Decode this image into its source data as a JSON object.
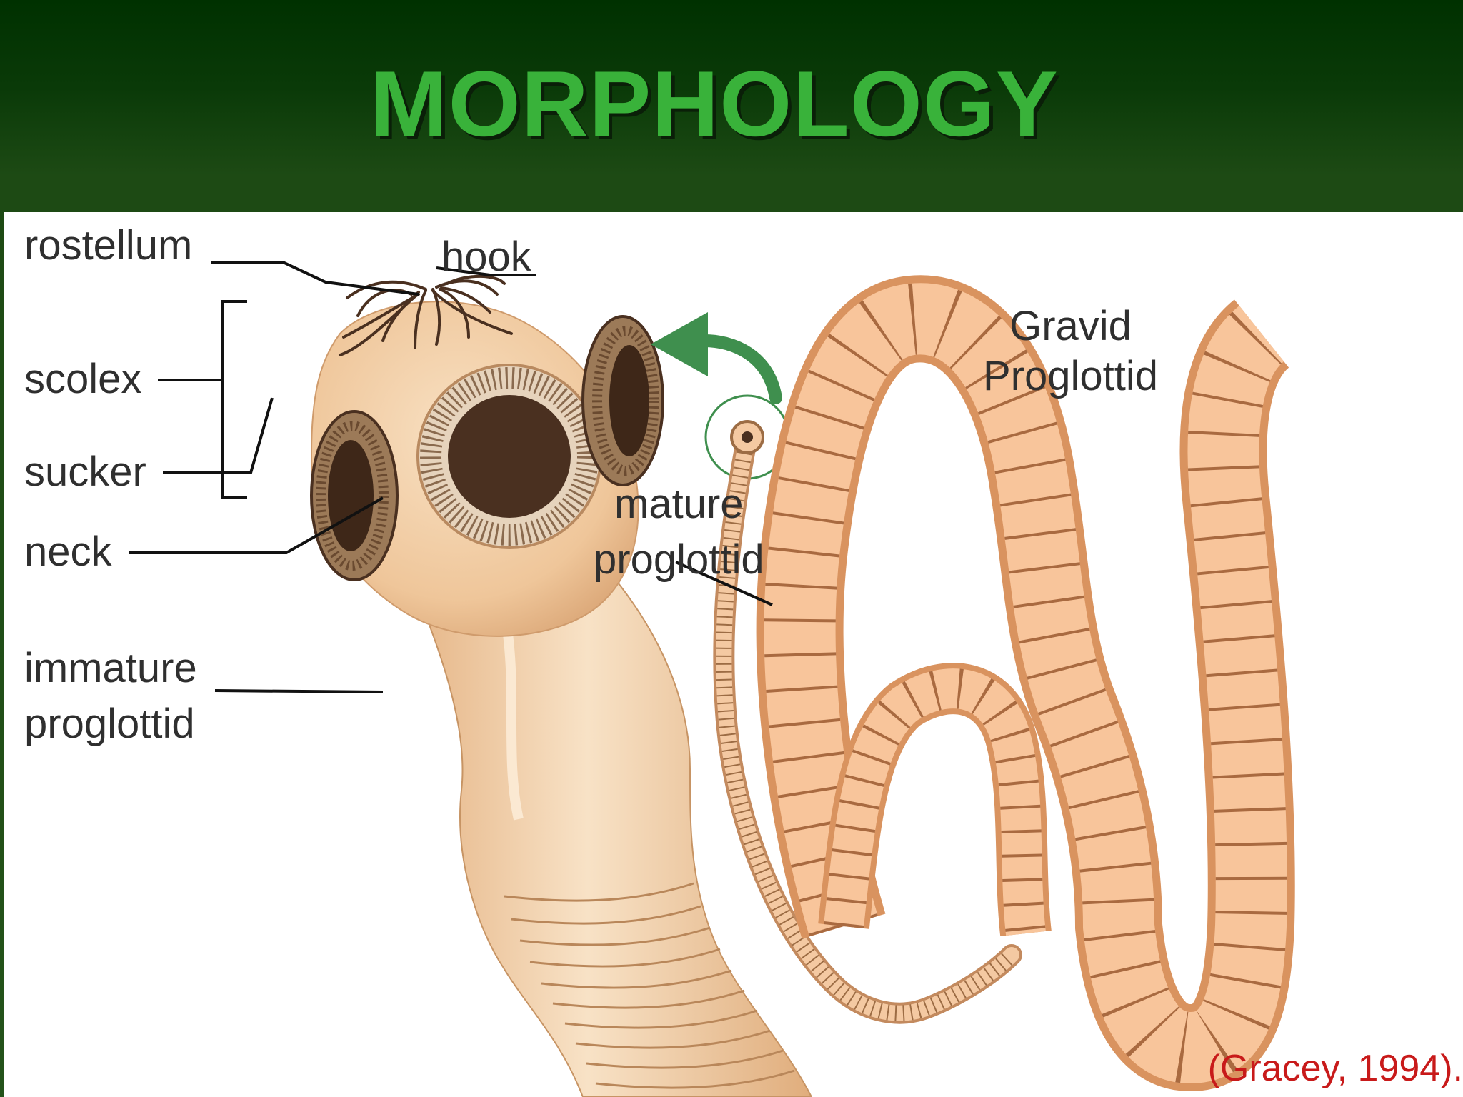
{
  "slide": {
    "title": "MORPHOLOGY",
    "citation": "(Gracey, 1994)."
  },
  "labels": {
    "rostellum": "rostellum",
    "hook": "hook",
    "scolex": "scolex",
    "sucker": "sucker",
    "neck": "neck",
    "immature_line1": "immature",
    "immature_line2": "proglottid",
    "mature_line1": "mature",
    "mature_line2": "proglottid",
    "gravid_line1": "Gravid",
    "gravid_line2": "Proglottid"
  },
  "colors": {
    "title": "#39b23a",
    "header_bg": "#003100",
    "body_tan": "#f1c79a",
    "segment_tan": "#f7b585",
    "sucker_dark": "#4a3020",
    "arrow_green": "#3f8f4e",
    "citation": "#c81a1a"
  }
}
